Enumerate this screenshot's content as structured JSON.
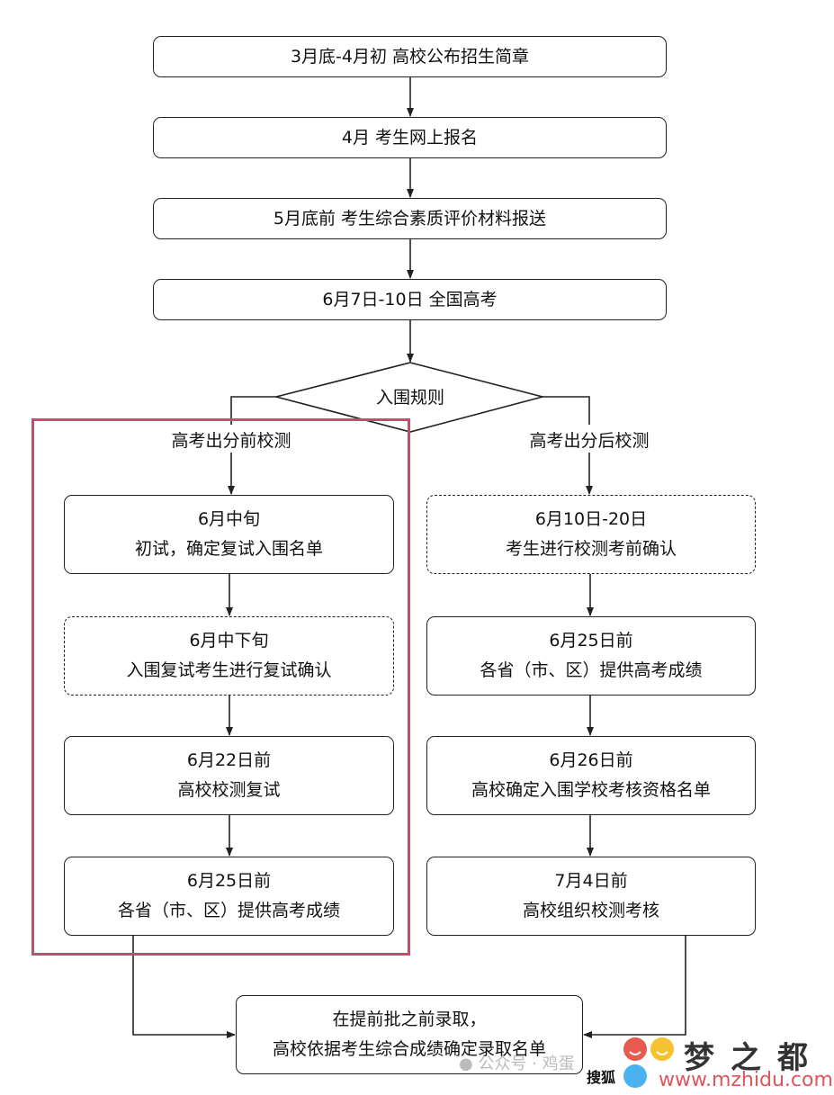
{
  "top_steps": [
    "3月底-4月初 高校公布招生简章",
    "4月 考生网上报名",
    "5月底前 考生综合素质评价材料报送",
    "6月7日-10日 全国高考"
  ],
  "decision": "入围规则",
  "left_branch": {
    "label": "高考出分前校测",
    "steps": [
      {
        "date": "6月中旬",
        "text": "初试，确定复试入围名单"
      },
      {
        "date": "6月中下旬",
        "text": "入围复试考生进行复试确认"
      },
      {
        "date": "6月22日前",
        "text": "高校校测复试"
      },
      {
        "date": "6月25日前",
        "text": "各省（市、区）提供高考成绩"
      }
    ]
  },
  "right_branch": {
    "label": "高考出分后校测",
    "steps": [
      {
        "date": "6月10日-20日",
        "text": "考生进行校测考前确认"
      },
      {
        "date": "6月25日前",
        "text": "各省（市、区）提供高考成绩"
      },
      {
        "date": "6月26日前",
        "text": "高校确定入围学校考核资格名单"
      },
      {
        "date": "7月4日前",
        "text": "高校组织校测考核"
      }
    ]
  },
  "final_step": {
    "line1": "在提前批之前录取，",
    "line2": "高校依据考生综合成绩确定录取名单"
  },
  "watermarks": {
    "wechat": "公众号 · 鸡蛋",
    "sohu": "搜狐",
    "logo_name": "梦之都",
    "logo_url": "www.mzhidu.com"
  },
  "colors": {
    "highlight": "#c0506a",
    "logo_text": "#333333",
    "logo_url": "#e0555a"
  }
}
